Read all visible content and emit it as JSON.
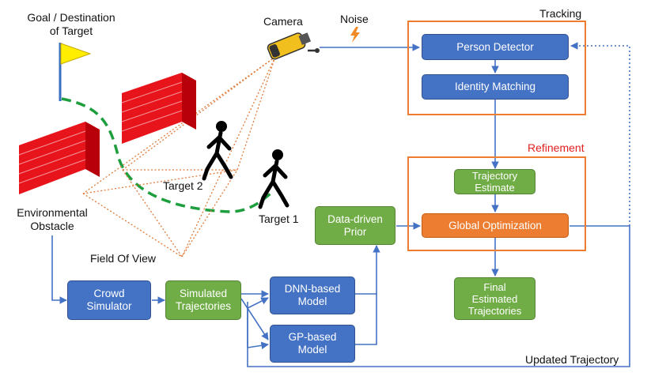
{
  "labels": {
    "goal": "Goal / Destination\nof Target",
    "camera": "Camera",
    "noise": "Noise",
    "tracking": "Tracking",
    "refinement": "Refinement",
    "target2": "Target 2",
    "target1": "Target 1",
    "environmental_obstacle": "Environmental\nObstacle",
    "field_of_view": "Field Of View",
    "updated_trajectory": "Updated Trajectory"
  },
  "boxes": {
    "person_detector": "Person Detector",
    "identity_matching": "Identity Matching",
    "trajectory_estimate": "Trajectory\nEstimate",
    "global_optimization": "Global Optimization",
    "final_estimated": "Final\nEstimated\nTrajectories",
    "data_driven_prior": "Data-driven\nPrior",
    "crowd_simulator": "Crowd\nSimulator",
    "simulated_trajectories": "Simulated\nTrajectories",
    "dnn_model": "DNN-based\nModel",
    "gp_model": "GP-based\nModel"
  },
  "colors": {
    "process_blue": "#4472c4",
    "model_green": "#70ad47",
    "optimization_orange": "#ed7d31",
    "path_dash_green": "#1e9e3e",
    "brick_red": "#e8141c",
    "flag_yellow": "#ffee00",
    "fov_dotted_orange": "#e07b39",
    "refinement_text_red": "#e32020"
  },
  "icons": [
    "flag-icon",
    "camera-icon",
    "lightning-icon",
    "brick-wall-icon",
    "walking-person-icon"
  ]
}
